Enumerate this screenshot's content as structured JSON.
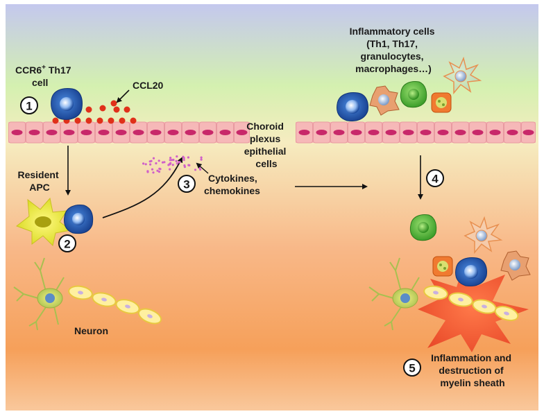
{
  "labels": {
    "ccr6_line1": "CCR6",
    "ccr6_sup": "+",
    "ccr6_rest": " Th17",
    "ccr6_line2": "cell",
    "ccl20": "CCL20",
    "choroid": [
      "Choroid",
      "plexus",
      "epithelial",
      "cells"
    ],
    "resident_apc": [
      "Resident",
      "APC"
    ],
    "cytokines": [
      "Cytokines,",
      "chemokines"
    ],
    "neuron": "Neuron",
    "inflammatory_cells": [
      "Inflammatory cells",
      "(Th1, Th17,",
      "granulocytes,",
      "macrophages…)"
    ],
    "inflammation": [
      "Inflammation and",
      "destruction of",
      "myelin sheath"
    ]
  },
  "steps": [
    "1",
    "2",
    "3",
    "4",
    "5"
  ],
  "colors": {
    "bg_top": "#c4c8ee",
    "bg_green": "#d4f0b0",
    "bg_bottom": "#f6a05a",
    "epithelium": "#f6b8b8",
    "epithelium_nucleus": "#c8286a",
    "th17_cell": "#1f5cb8",
    "ccl20_dot": "#e0301a",
    "apc": "#ecee3a",
    "neuron": "#c8d860",
    "myelin": "#fff0a0",
    "granulocyte": "#5cbc3c",
    "macrophage": "#f0c8a0",
    "burst": "#f05a3a"
  }
}
